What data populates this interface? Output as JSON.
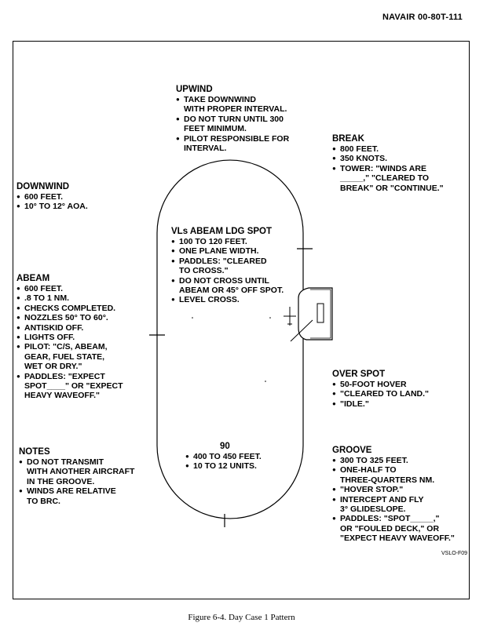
{
  "header": {
    "doc_id": "NAVAIR 00-80T-111"
  },
  "blocks": {
    "upwind": {
      "title": "UPWIND",
      "items": [
        "TAKE DOWNWIND\nWITH PROPER INTERVAL.",
        "DO NOT TURN UNTIL 300\nFEET MINIMUM.",
        "PILOT RESPONSIBLE FOR\nINTERVAL."
      ]
    },
    "break": {
      "title": "BREAK",
      "items": [
        "800 FEET.",
        "350 KNOTS.",
        "TOWER: \"WINDS ARE\n_____,\" \"CLEARED TO\nBREAK\" OR \"CONTINUE.\""
      ]
    },
    "downwind": {
      "title": "DOWNWIND",
      "items": [
        "600 FEET.",
        "10° TO 12° AOA."
      ]
    },
    "abeam_ldg_spot": {
      "title": "VLs ABEAM LDG SPOT",
      "items": [
        "100 TO 120 FEET.",
        "ONE PLANE WIDTH.",
        "PADDLES:  \"CLEARED\nTO CROSS.\"",
        "DO NOT CROSS UNTIL\nABEAM OR 45° OFF SPOT.",
        "LEVEL CROSS."
      ]
    },
    "abeam": {
      "title": "ABEAM",
      "items": [
        "600 FEET.",
        ".8 TO 1 NM.",
        "CHECKS COMPLETED.",
        "NOZZLES 50° TO 60°.",
        "ANTISKID OFF.",
        "LIGHTS OFF.",
        "PILOT:  \"C/S, ABEAM,\nGEAR, FUEL STATE,\nWET OR DRY.\"",
        "PADDLES:  \"EXPECT\nSPOT____\" OR \"EXPECT\nHEAVY WAVEOFF.\""
      ]
    },
    "over_spot": {
      "title": "OVER SPOT",
      "items": [
        "50-FOOT HOVER",
        "\"CLEARED TO LAND.\"",
        "\"IDLE.\""
      ]
    },
    "ninety": {
      "title": "90",
      "items": [
        "400 TO 450 FEET.",
        "10 TO 12 UNITS."
      ]
    },
    "notes": {
      "title": "NOTES",
      "items": [
        "DO NOT TRANSMIT\nWITH ANOTHER AIRCRAFT\nIN THE GROOVE.",
        "WINDS ARE RELATIVE\nTO BRC."
      ]
    },
    "groove": {
      "title": "GROOVE",
      "items": [
        "300 TO 325 FEET.",
        "ONE-HALF TO\nTHREE-QUARTERS NM.",
        "\"HOVER STOP.\"",
        "INTERCEPT AND FLY\n3° GLIDESLOPE.",
        "PADDLES:  \"SPOT_____,\"\nOR \"FOULED DECK,\" OR\n\"EXPECT HEAVY WAVEOFF.\""
      ]
    }
  },
  "figure_code": "VSLO-F09",
  "caption": "Figure 6-4.  Day Case 1 Pattern"
}
